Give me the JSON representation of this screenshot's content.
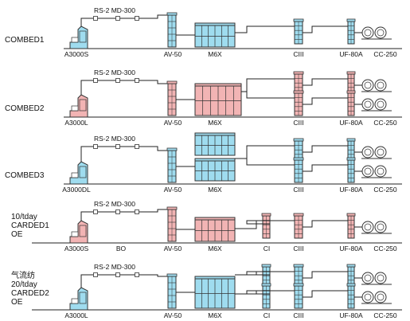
{
  "colors": {
    "blue": "#9fdcef",
    "pink": "#f2b4b4",
    "line": "#222222",
    "outline": "#333333"
  },
  "rows": [
    {
      "label": [
        "COMBED1"
      ],
      "color": "blue",
      "feed": "RS-2 MD-300",
      "opener": "A3000S",
      "av": "AV-50",
      "mixer": "M6X",
      "mixer_layers": 1,
      "ci": "",
      "cii": "CIII",
      "uf": "UF-80A",
      "cc": "CC-250",
      "lanes": 1
    },
    {
      "label": [
        "COMBED2"
      ],
      "color": "pink",
      "feed": "RS-2 MD-300",
      "opener": "A3000L",
      "av": "AV-50",
      "mixer": "M6X",
      "mixer_layers": 1,
      "ci": "",
      "cii": "CIII",
      "uf": "UF-80A",
      "cc": "CC-250",
      "lanes": 2
    },
    {
      "label": [
        "COMBED3"
      ],
      "color": "blue",
      "feed": "RS-2 MD-300",
      "opener": "A3000DL",
      "av": "AV-50",
      "mixer": "M6X",
      "mixer_layers": 2,
      "ci": "",
      "cii": "CIII",
      "uf": "UF-80A",
      "cc": "CC-250",
      "lanes": 2
    },
    {
      "label": [
        "10/tday",
        "CARDED1",
        "OE"
      ],
      "color": "pink",
      "feed": "RS-2  MD-300",
      "opener": "A3000S",
      "bo": "BO",
      "av": "AV-50",
      "mixer": "M6X",
      "mixer_layers": 1,
      "ci": "CI",
      "cii": "CIII",
      "uf": "UF-80A",
      "cc": "CC-250",
      "lanes": 1
    },
    {
      "label": [
        "气流纺",
        "20/tday",
        "CARDED2",
        "OE"
      ],
      "color": "blue",
      "feed": "RS-2  MD-300",
      "opener": "A3000L",
      "av": "AV-50",
      "mixer": "M6X",
      "mixer_layers": 1,
      "ci": "CI",
      "cii": "CIII",
      "uf": "UF-80A",
      "cc": "CC-250",
      "lanes": 2
    }
  ]
}
